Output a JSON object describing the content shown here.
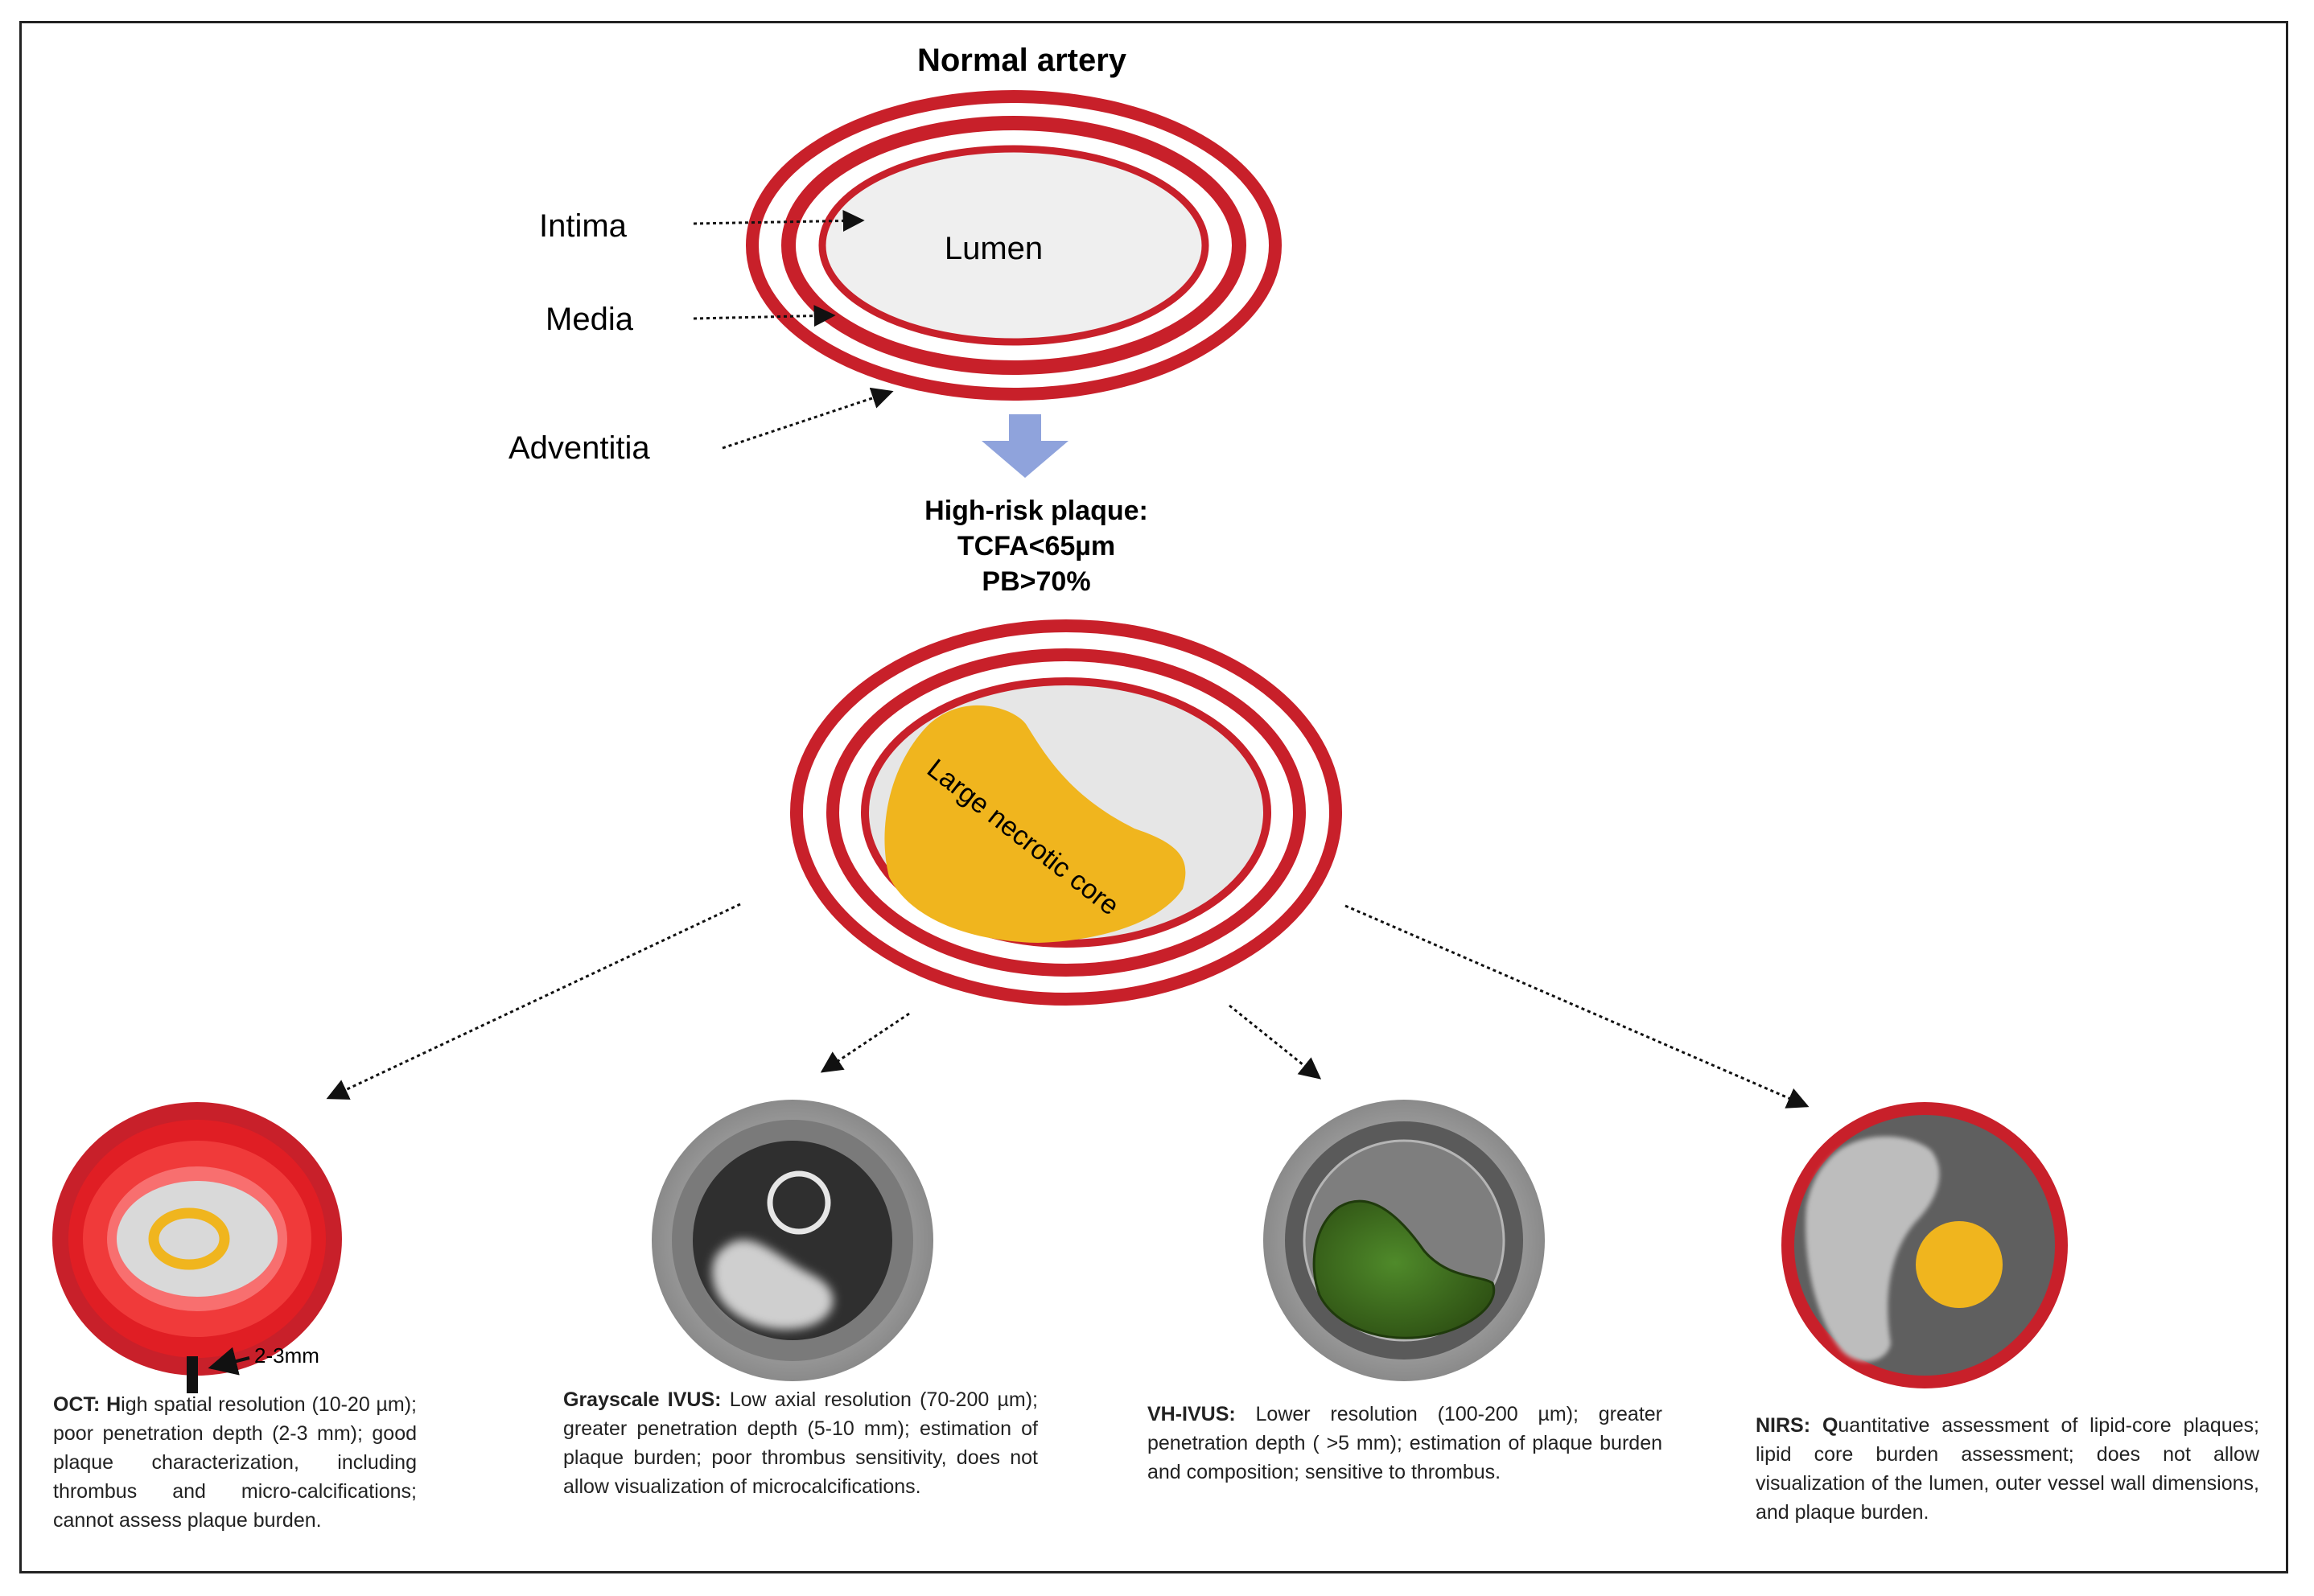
{
  "title": "Normal artery",
  "normal_artery": {
    "lumen_label": "Lumen",
    "layers": [
      "Intima",
      "Media",
      "Adventitia"
    ]
  },
  "high_risk": {
    "heading": "High-risk plaque:",
    "criteria": [
      "TCFA<65µm",
      "PB>70%"
    ],
    "core_label": "Large necrotic core"
  },
  "modalities": [
    {
      "name": "OCT:",
      "lead_bold": "H",
      "text": "igh spatial resolution (10-20 µm); poor penetration depth (2-3 mm); good plaque characterization, including thrombus and micro-calcifications; cannot assess plaque burden.",
      "depth_label": "2-3mm"
    },
    {
      "name": "Grayscale IVUS:",
      "lead_bold": "",
      "text": "Low axial resolution (70-200 µm); greater penetration depth (5-10 mm); estimation of plaque burden; poor thrombus sensitivity, does not allow visualization of microcalcifications."
    },
    {
      "name": "VH-IVUS:",
      "lead_bold": "",
      "text": "Lower resolution (100-200 µm); greater penetration depth ( >5 mm); estimation of plaque burden and composition; sensitive to thrombus."
    },
    {
      "name": "NIRS:",
      "lead_bold": "Q",
      "text": "uantitative assessment of lipid-core plaques; lipid core burden assessment; does not allow visualization of the lumen, outer vessel wall dimensions, and plaque burden."
    }
  ],
  "colors": {
    "artery_red": "#c8202a",
    "lumen_gray": "#efefef",
    "core_yellow": "#f0b51e",
    "arrow_blue": "#8fa3dc",
    "oct_red": "#ee2a2a",
    "vh_green": "#3f6b1f"
  }
}
